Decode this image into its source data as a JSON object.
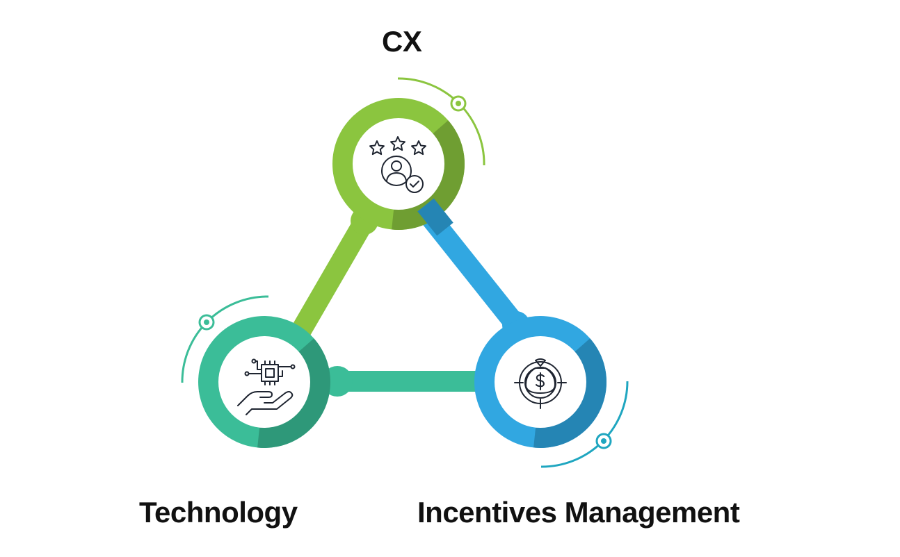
{
  "nodes": [
    {
      "id": "cx",
      "label": "CX",
      "icon": "star-rating-user-check-icon",
      "color": "#8bc53f",
      "shade": "#6f9e32"
    },
    {
      "id": "technology",
      "label": "Technology",
      "icon": "hand-chip-icon",
      "color": "#3bbd98",
      "shade": "#2e9879"
    },
    {
      "id": "incentives",
      "label": "Incentives Management",
      "icon": "money-bag-target-icon",
      "color": "#31a7e1",
      "shade": "#2585b4"
    }
  ],
  "colors": {
    "green": "#8bc53f",
    "teal": "#3bbd98",
    "blue": "#31a7e1",
    "orbit_teal": "#1fa6c0",
    "icon_stroke": "#1e2430",
    "label_text": "#111111"
  }
}
